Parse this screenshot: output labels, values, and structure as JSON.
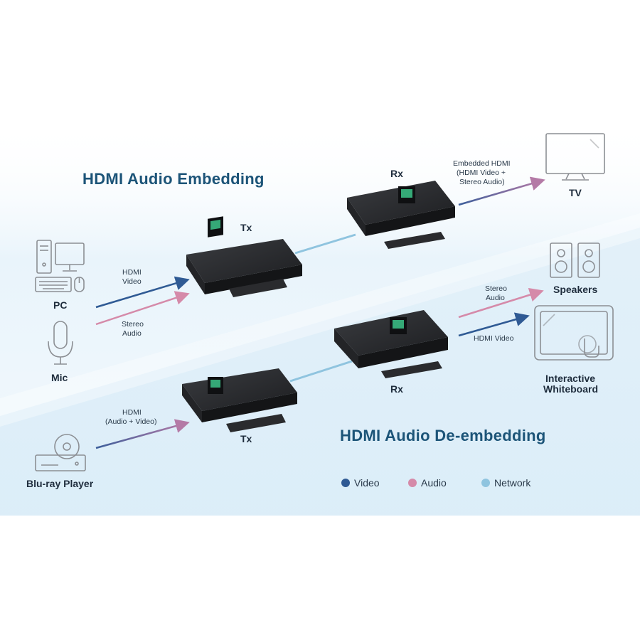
{
  "titles": {
    "embedding": "HDMI Audio Embedding",
    "deembedding": "HDMI Audio De-embedding"
  },
  "devices": {
    "pc": "PC",
    "mic": "Mic",
    "bluray": "Blu-ray Player",
    "tv": "TV",
    "speakers": "Speakers",
    "whiteboard_line1": "Interactive",
    "whiteboard_line2": "Whiteboard"
  },
  "units": {
    "tx_top": "Tx",
    "rx_top": "Rx",
    "tx_bottom": "Tx",
    "rx_bottom": "Rx"
  },
  "signals": {
    "hdmi_video_line1": "HDMI",
    "hdmi_video_line2": "Video",
    "stereo_audio_line1": "Stereo",
    "stereo_audio_line2": "Audio",
    "embedded_line1": "Embedded HDMI",
    "embedded_line2": "(HDMI Video +",
    "embedded_line3": "Stereo Audio)",
    "out_stereo_line1": "Stereo",
    "out_stereo_line2": "Audio",
    "out_hdmi_video": "HDMI Video",
    "bluray_hdmi_line1": "HDMI",
    "bluray_hdmi_line2": "(Audio + Video)"
  },
  "legend": [
    {
      "label": "Video",
      "color": "#2f5a94"
    },
    {
      "label": "Audio",
      "color": "#d58aa9"
    },
    {
      "label": "Network",
      "color": "#8fc4df"
    }
  ],
  "colors": {
    "video": "#2f5a94",
    "audio": "#d58aa9",
    "network": "#8fc4df",
    "title": "#1c5478"
  }
}
